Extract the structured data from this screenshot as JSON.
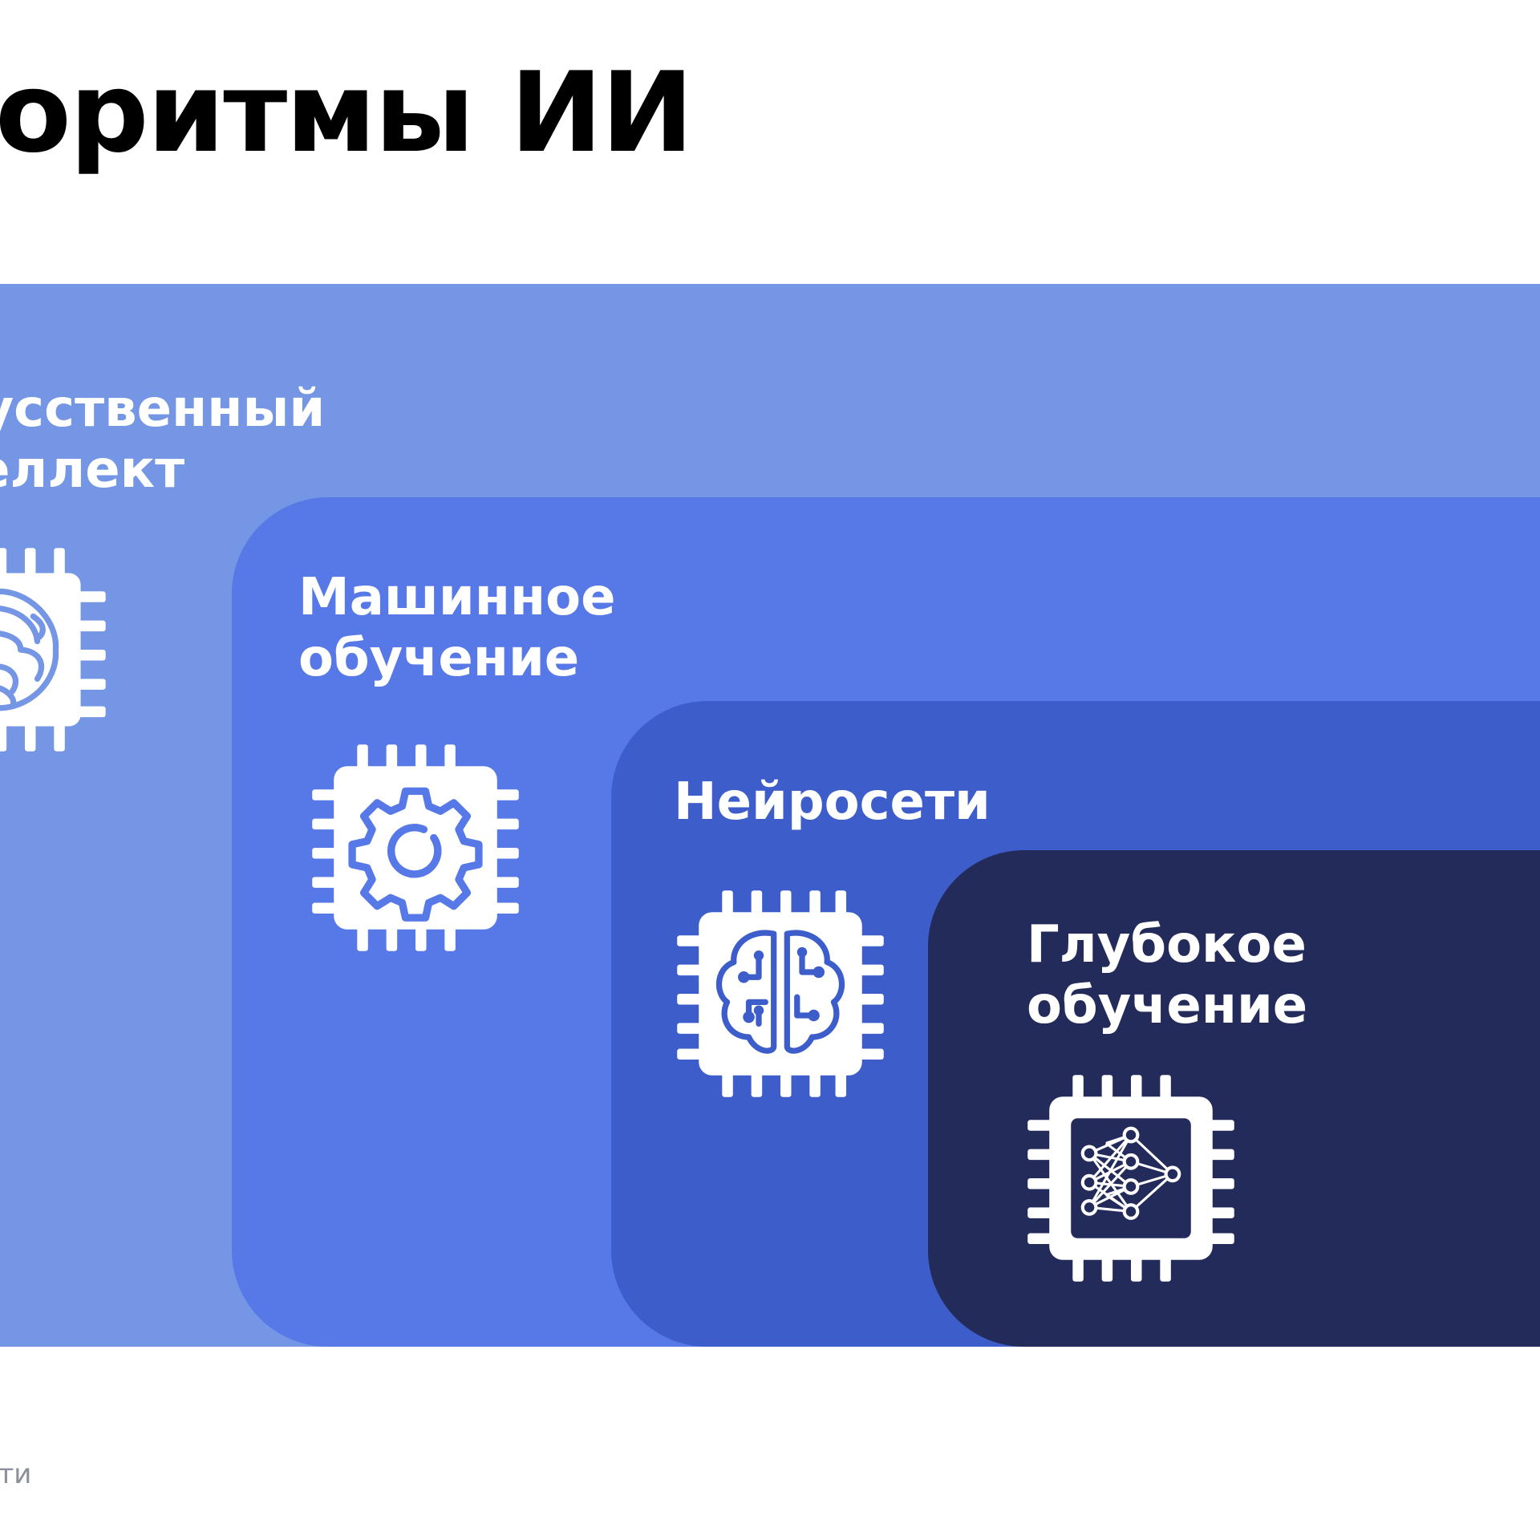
{
  "title": "оритмы ИИ",
  "layers": [
    {
      "id": "ai",
      "line1": "кусственный",
      "line2": "теллект",
      "color": "#7496e4",
      "icon": "brain-chip-icon"
    },
    {
      "id": "ml",
      "line1": "Машинное",
      "line2": "обучение",
      "color": "#5779e7",
      "icon": "gear-chip-icon"
    },
    {
      "id": "nn",
      "line1": "Нейросети",
      "line2": "",
      "color": "#3d5dcb",
      "icon": "circuit-brain-chip-icon"
    },
    {
      "id": "dl",
      "line1": "Глубокое",
      "line2": "обучение",
      "color": "#232b5b",
      "icon": "neural-network-chip-icon"
    }
  ],
  "footer": "ости"
}
